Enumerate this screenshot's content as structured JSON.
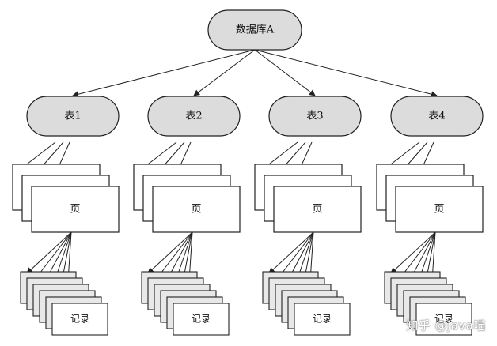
{
  "root": {
    "label": "数据库A"
  },
  "tables": [
    {
      "label": "表1",
      "page_label": "页",
      "record_label": "记录"
    },
    {
      "label": "表2",
      "page_label": "页",
      "record_label": "记录"
    },
    {
      "label": "表3",
      "page_label": "页",
      "record_label": "记录"
    },
    {
      "label": "表4",
      "page_label": "页",
      "record_label": "记录"
    }
  ],
  "watermark": {
    "text": "知乎 @java喵"
  },
  "colors": {
    "node_fill": "#dcdcdc",
    "stroke": "#222222",
    "page_fill": "#ffffff",
    "record_fill": "#e8e8e8"
  }
}
